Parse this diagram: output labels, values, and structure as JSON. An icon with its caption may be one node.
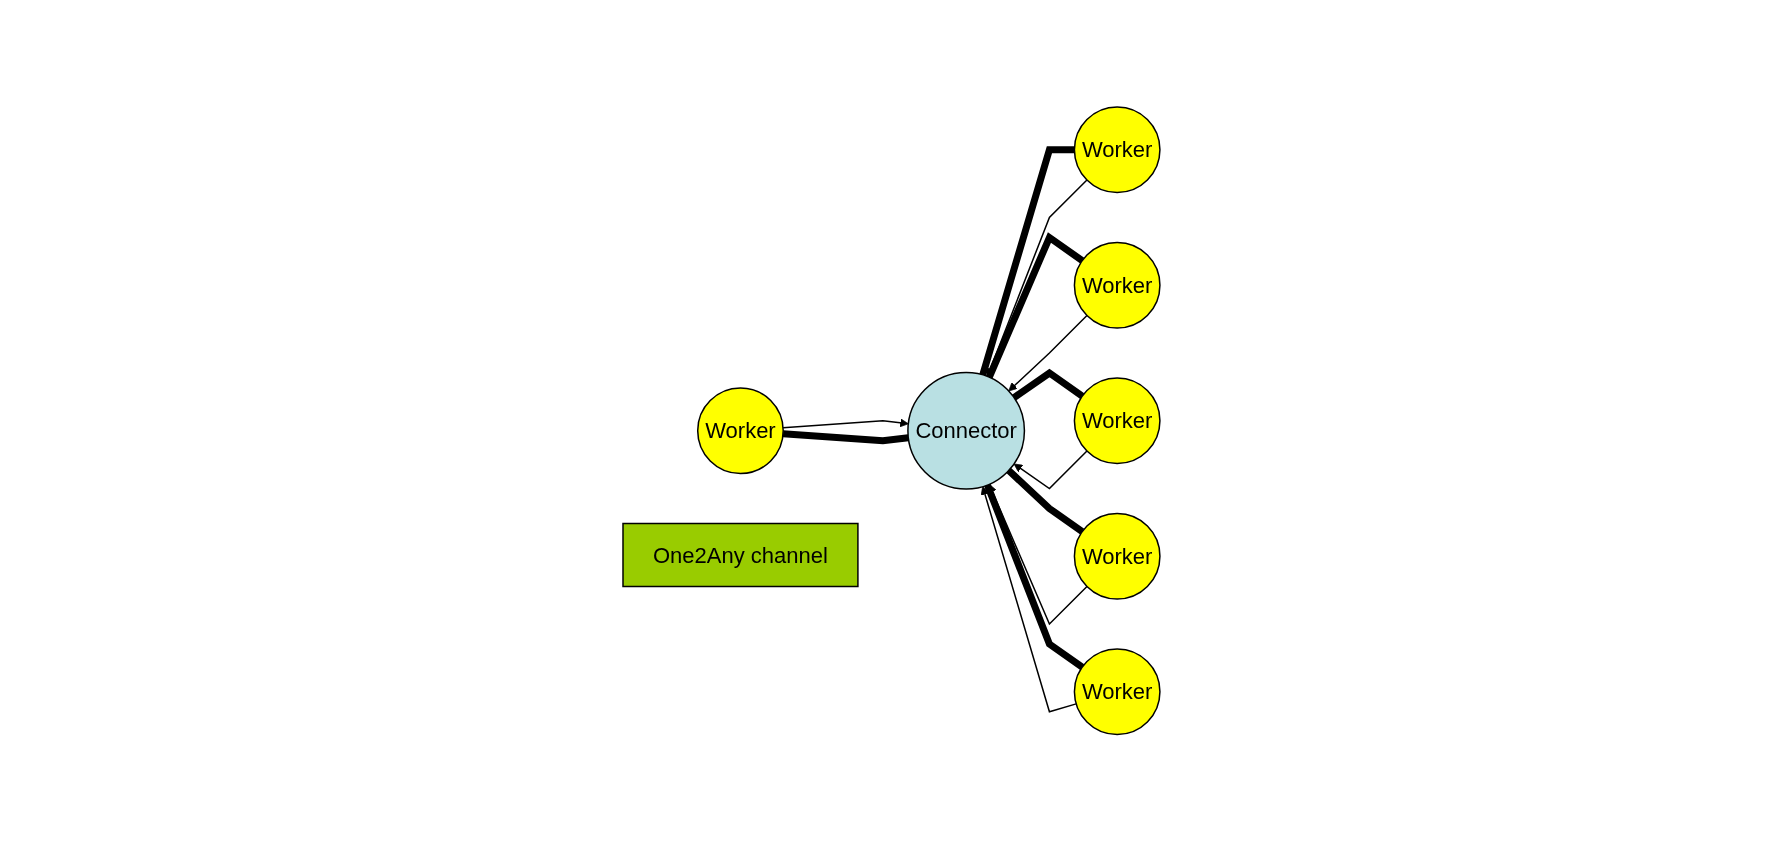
{
  "diagram": {
    "nodes": [
      {
        "text": [
          "Worker"
        ]
      },
      {
        "text": [
          "Worker"
        ]
      },
      {
        "text": [
          "Worker"
        ]
      },
      {
        "text": [
          "Connector"
        ]
      },
      {
        "text": [
          "Worker"
        ]
      },
      {
        "text": [
          "Worker"
        ]
      },
      {
        "text": [
          "Worker"
        ]
      },
      {
        "text": [
          "One2Any channel"
        ]
      }
    ],
    "edges": [
      {
        "from": 3,
        "to": 0,
        "arrow": "none",
        "style": "thick"
      },
      {
        "from": 3,
        "to": 1,
        "arrow": "none",
        "style": "thick"
      },
      {
        "from": 3,
        "to": 2,
        "arrow": "none",
        "style": "thick"
      },
      {
        "from": 3,
        "to": 4,
        "arrow": "none",
        "style": "thick"
      },
      {
        "from": 3,
        "to": 5,
        "arrow": "none",
        "style": "thick"
      },
      {
        "from": 3,
        "to": 6,
        "arrow": "none",
        "style": "thick"
      },
      {
        "from": 0,
        "to": 3,
        "arrow": "to"
      },
      {
        "from": 1,
        "to": 3,
        "arrow": "to"
      },
      {
        "from": 2,
        "to": 3,
        "arrow": "to"
      },
      {
        "from": 4,
        "to": 3,
        "arrow": "to"
      },
      {
        "from": 5,
        "to": 3,
        "arrow": "to"
      },
      {
        "from": 6,
        "to": 3,
        "arrow": "to"
      }
    ]
  }
}
